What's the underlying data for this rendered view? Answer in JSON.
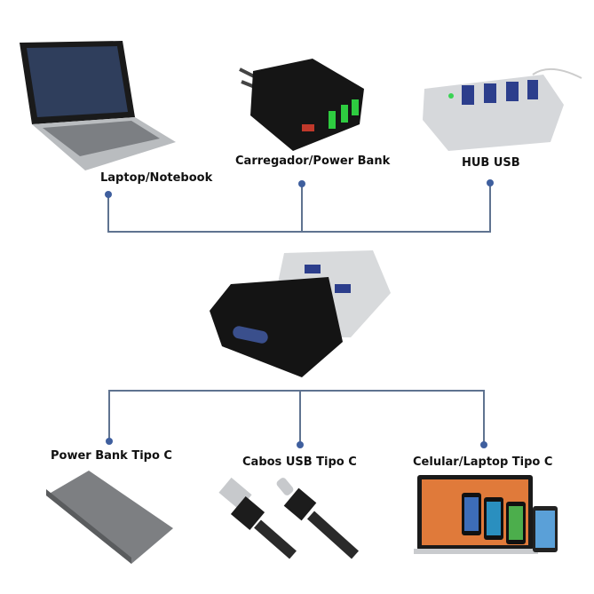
{
  "colors": {
    "connector": "#5f7390",
    "dot": "#3f5f9e"
  },
  "sources": [
    {
      "label": "Laptop/Notebook",
      "icon": "laptop-icon"
    },
    {
      "label": "Carregador/Power Bank",
      "icon": "wall-charger-icon"
    },
    {
      "label": "HUB USB",
      "icon": "usb-hub-icon"
    }
  ],
  "center": {
    "icon": "usb-a-to-usb-c-adapter-icon"
  },
  "targets": [
    {
      "label": "Power Bank Tipo C",
      "icon": "power-bank-icon"
    },
    {
      "label": "Cabos USB Tipo C",
      "icon": "usb-c-cable-icon"
    },
    {
      "label": "Celular/Laptop Tipo C",
      "icon": "phones-laptop-icon"
    }
  ]
}
